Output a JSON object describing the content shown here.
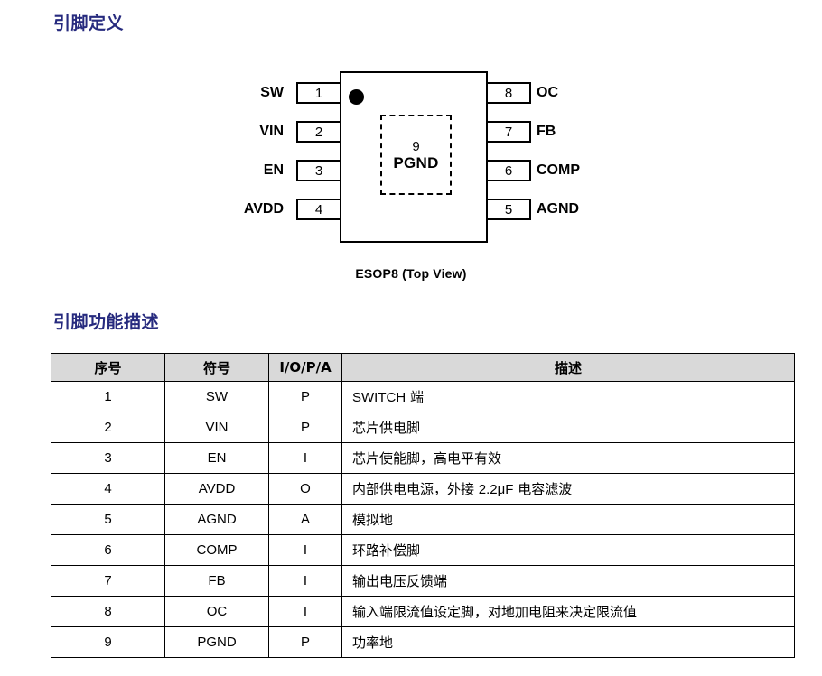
{
  "headings": {
    "pin_definition": "引脚定义",
    "pin_function": "引脚功能描述"
  },
  "package_diagram": {
    "caption": "ESOP8 (Top View)",
    "thermal_pad": {
      "number": "9",
      "label": "PGND"
    },
    "left_pins": [
      {
        "number": "1",
        "label": "SW"
      },
      {
        "number": "2",
        "label": "VIN"
      },
      {
        "number": "3",
        "label": "EN"
      },
      {
        "number": "4",
        "label": "AVDD"
      }
    ],
    "right_pins": [
      {
        "number": "8",
        "label": "OC"
      },
      {
        "number": "7",
        "label": "FB"
      },
      {
        "number": "6",
        "label": "COMP"
      },
      {
        "number": "5",
        "label": "AGND"
      }
    ]
  },
  "pin_table": {
    "headers": [
      "序号",
      "符号",
      "I/O/P/A",
      "描述"
    ],
    "rows": [
      {
        "no": "1",
        "symbol": "SW",
        "type": "P",
        "desc": "SWITCH 端"
      },
      {
        "no": "2",
        "symbol": "VIN",
        "type": "P",
        "desc": "芯片供电脚"
      },
      {
        "no": "3",
        "symbol": "EN",
        "type": "I",
        "desc": "芯片使能脚，高电平有效"
      },
      {
        "no": "4",
        "symbol": "AVDD",
        "type": "O",
        "desc": "内部供电电源，外接 2.2μF 电容滤波"
      },
      {
        "no": "5",
        "symbol": "AGND",
        "type": "A",
        "desc": "模拟地"
      },
      {
        "no": "6",
        "symbol": "COMP",
        "type": "I",
        "desc": "环路补偿脚"
      },
      {
        "no": "7",
        "symbol": "FB",
        "type": "I",
        "desc": "输出电压反馈端"
      },
      {
        "no": "8",
        "symbol": "OC",
        "type": "I",
        "desc": "输入端限流值设定脚，对地加电阻来决定限流值"
      },
      {
        "no": "9",
        "symbol": "PGND",
        "type": "P",
        "desc": "功率地"
      }
    ]
  },
  "colors": {
    "heading": "#262a7e",
    "table_header_bg": "#d9d9d9",
    "line": "#000000"
  }
}
